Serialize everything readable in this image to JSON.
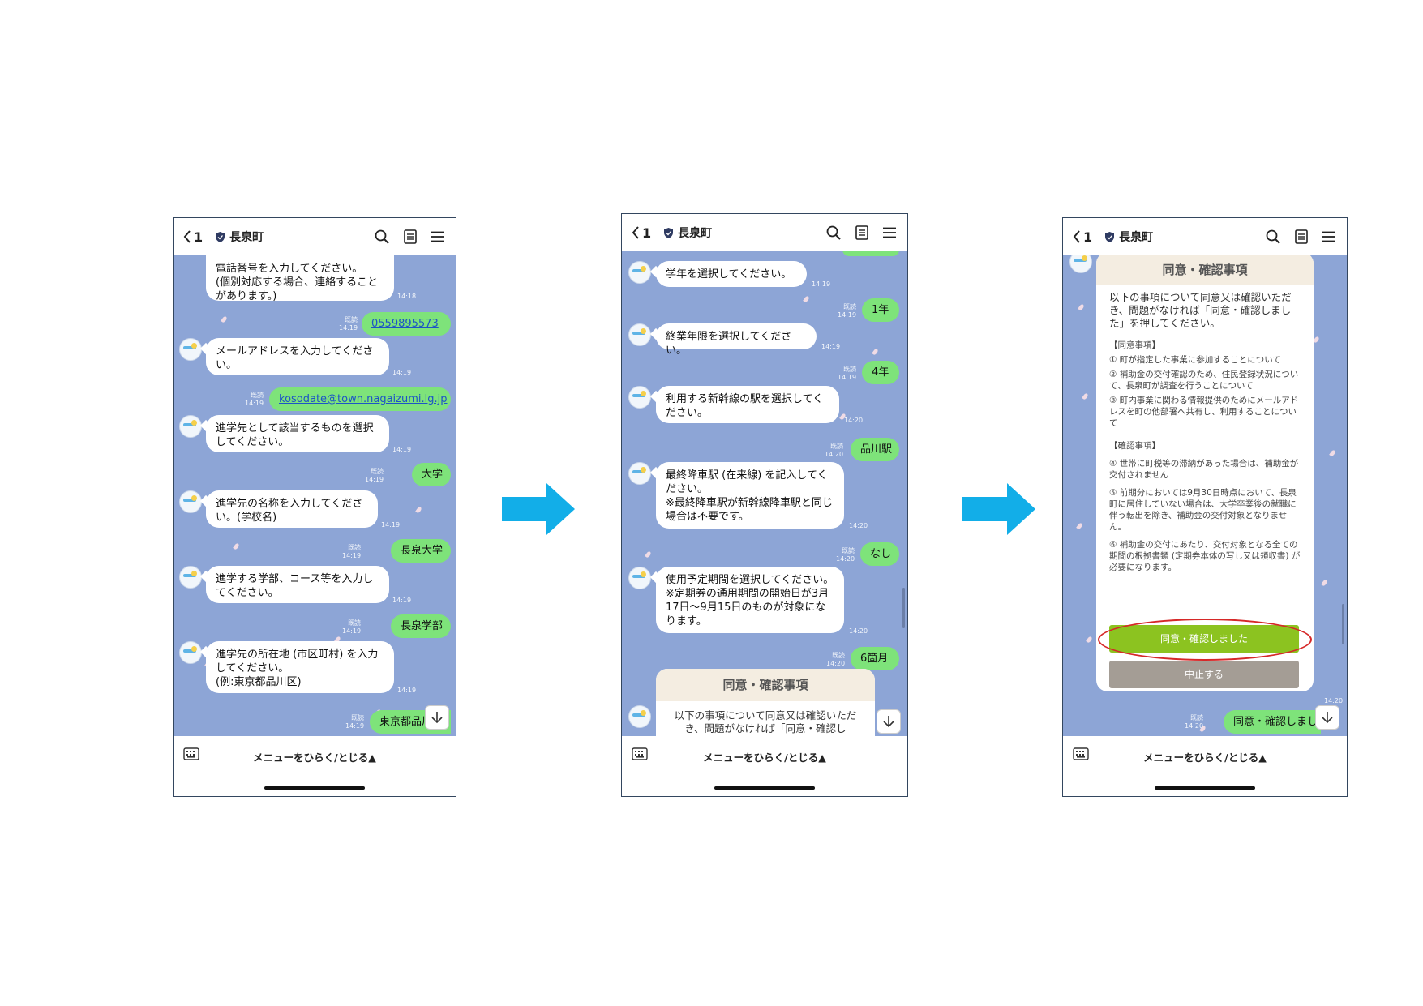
{
  "header": {
    "back_count": "1",
    "title": "長泉町"
  },
  "footer": {
    "menu_label": "メニューをひらく/とじる▲"
  },
  "meta": {
    "read": "既読"
  },
  "screen1": {
    "messages": [
      {
        "from": "bot",
        "text": "電話番号を入力してください。\n(個別対応する場合、連絡することがあります。)",
        "time": "14:18"
      },
      {
        "from": "user",
        "text": "0559895573",
        "time": "14:19"
      },
      {
        "from": "bot",
        "text": "メールアドレスを入力してください。",
        "time": "14:19"
      },
      {
        "from": "user",
        "text": "kosodate@town.nagaizumi.lg.jp",
        "time": "14:19"
      },
      {
        "from": "bot",
        "text": "進学先として該当するものを選択してください。",
        "time": "14:19"
      },
      {
        "from": "user",
        "text": "大学",
        "time": "14:19"
      },
      {
        "from": "bot",
        "text": "進学先の名称を入力してください。(学校名)",
        "time": "14:19"
      },
      {
        "from": "user",
        "text": "長泉大学",
        "time": "14:19"
      },
      {
        "from": "bot",
        "text": "進学する学部、コース等を入力してください。",
        "time": "14:19"
      },
      {
        "from": "user",
        "text": "長泉学部",
        "time": "14:19"
      },
      {
        "from": "bot",
        "text": "進学先の所在地 (市区町村) を入力してください。\n(例:東京都品川区)",
        "time": "14:19"
      },
      {
        "from": "user",
        "text": "東京都品川",
        "time": "14:19"
      }
    ]
  },
  "screen2": {
    "messages": [
      {
        "from": "bot",
        "text": "学年を選択してください。",
        "time": "14:19"
      },
      {
        "from": "user",
        "text": "1年",
        "time": "14:19"
      },
      {
        "from": "bot",
        "text": "終業年限を選択してください。",
        "time": "14:19"
      },
      {
        "from": "user",
        "text": "4年",
        "time": "14:19"
      },
      {
        "from": "bot",
        "text": "利用する新幹線の駅を選択してください。",
        "time": "14:20"
      },
      {
        "from": "user",
        "text": "品川駅",
        "time": "14:20"
      },
      {
        "from": "bot",
        "text": "最終降車駅 (在来線) を記入してください。\n※最終降車駅が新幹線降車駅と同じ場合は不要です。",
        "time": "14:20"
      },
      {
        "from": "user",
        "text": "なし",
        "time": "14:20"
      },
      {
        "from": "bot",
        "text": "使用予定期間を選択してください。\n※定期券の通用期間の開始日が3月17日〜9月15日のものが対象になります。",
        "time": "14:20"
      },
      {
        "from": "user",
        "text": "6箇月",
        "time": "14:20"
      }
    ],
    "card": {
      "title": "同意・確認事項",
      "intro": "以下の事項について同意又は確認いただき、問題がなければ「同意・確認し"
    }
  },
  "screen3": {
    "card": {
      "title": "同意・確認事項",
      "intro": "以下の事項について同意又は確認いただき、問題がなければ「同意・確認しました」を押してください。",
      "agree_heading": "【同意事項】",
      "agree_items": [
        "① 町が指定した事業に参加することについて",
        "② 補助金の交付確認のため、住民登録状況について、長泉町が調査を行うことについて",
        "③ 町内事業に関わる情報提供のためにメールアドレスを町の他部署へ共有し、利用することについて"
      ],
      "confirm_heading": "【確認事項】",
      "confirm_items": [
        "④ 世帯に町税等の滞納があった場合は、補助金が交付されません",
        "⑤ 前期分においては9月30日時点において、長泉町に居住していない場合は、大学卒業後の就職に伴う転出を除き、補助金の交付対象となりません。",
        "⑥ 補助金の交付にあたり、交付対象となる全ての期間の根拠書類 (定期券本体の写し又は領収書) が必要になります。"
      ],
      "ok_button": "同意・確認しました",
      "cancel_button": "中止する"
    },
    "reply": {
      "text": "同意・確認しまし",
      "time": "14:20"
    },
    "top_time": "14:20"
  },
  "colors": {
    "chat_bg": "#8da5d6",
    "user_bubble": "#7ee37a",
    "arrow": "#12aee8",
    "ok_button": "#8cc320",
    "highlight_ring": "#d62828"
  }
}
